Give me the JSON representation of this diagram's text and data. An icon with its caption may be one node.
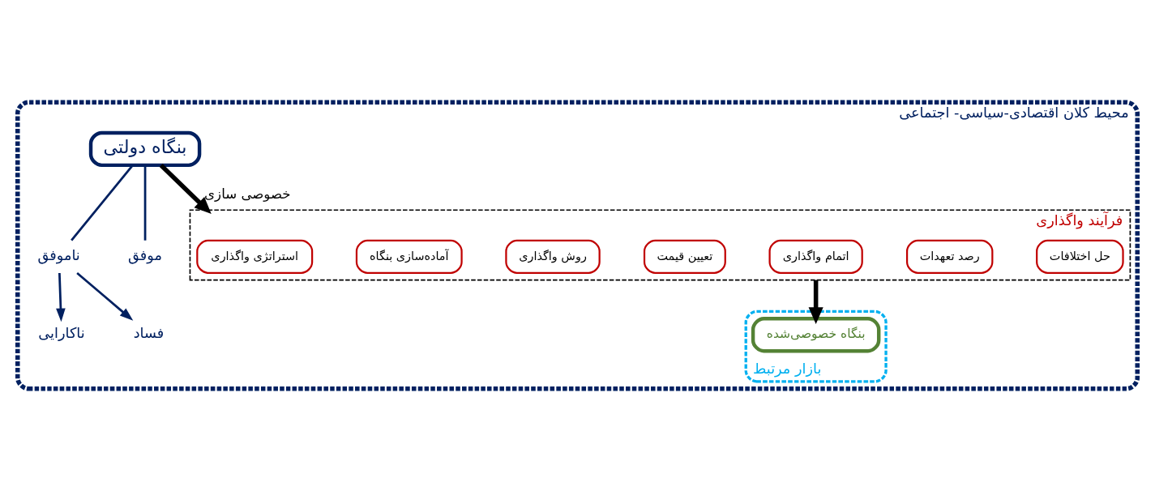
{
  "diagram": {
    "nodes": [
      {
        "text": [
          "محیط کلان اقتصادی-سیاسی- اجتماعی"
        ]
      },
      {
        "text": [
          "بنگاه دولتی"
        ],
        "in": 0
      },
      {
        "text": [
          "ناموفق"
        ],
        "in": 0
      },
      {
        "text": [
          "موفق"
        ],
        "in": 0
      },
      {
        "text": [
          "ناکارایی"
        ],
        "in": 0
      },
      {
        "text": [
          "فساد"
        ],
        "in": 0
      },
      {
        "text": [
          "فرآیند واگذاری"
        ],
        "in": 0
      },
      {
        "text": [
          "استراتژی واگذاری"
        ],
        "in": 6
      },
      {
        "text": [
          "آماده‌سازی بنگاه"
        ],
        "in": 6
      },
      {
        "text": [
          "روش واگذاری"
        ],
        "in": 6
      },
      {
        "text": [
          "تعیین قیمت"
        ],
        "in": 6
      },
      {
        "text": [
          "اتمام واگذاری"
        ],
        "in": 6
      },
      {
        "text": [
          "رصد تعهدات"
        ],
        "in": 6
      },
      {
        "text": [
          "حل اختلافات"
        ],
        "in": 6
      },
      {
        "text": [
          "بازار مرتبط"
        ],
        "in": 0
      },
      {
        "text": [
          "بنگاه خصوصی‌شده"
        ],
        "in": 14
      }
    ],
    "edges": [
      {
        "from": 1,
        "to": 2,
        "arrow": "none"
      },
      {
        "from": 1,
        "to": 3,
        "arrow": "none"
      },
      {
        "from": 2,
        "to": 4,
        "arrow": "to"
      },
      {
        "from": 2,
        "to": 5,
        "arrow": "to"
      },
      {
        "from": 1,
        "to": 6,
        "arrow": "to",
        "label": "خصوصی سازی",
        "style": "thick",
        "color": "#000000"
      },
      {
        "from": 6,
        "to": 15,
        "arrow": "to",
        "style": "thick",
        "color": "#000000"
      }
    ]
  }
}
